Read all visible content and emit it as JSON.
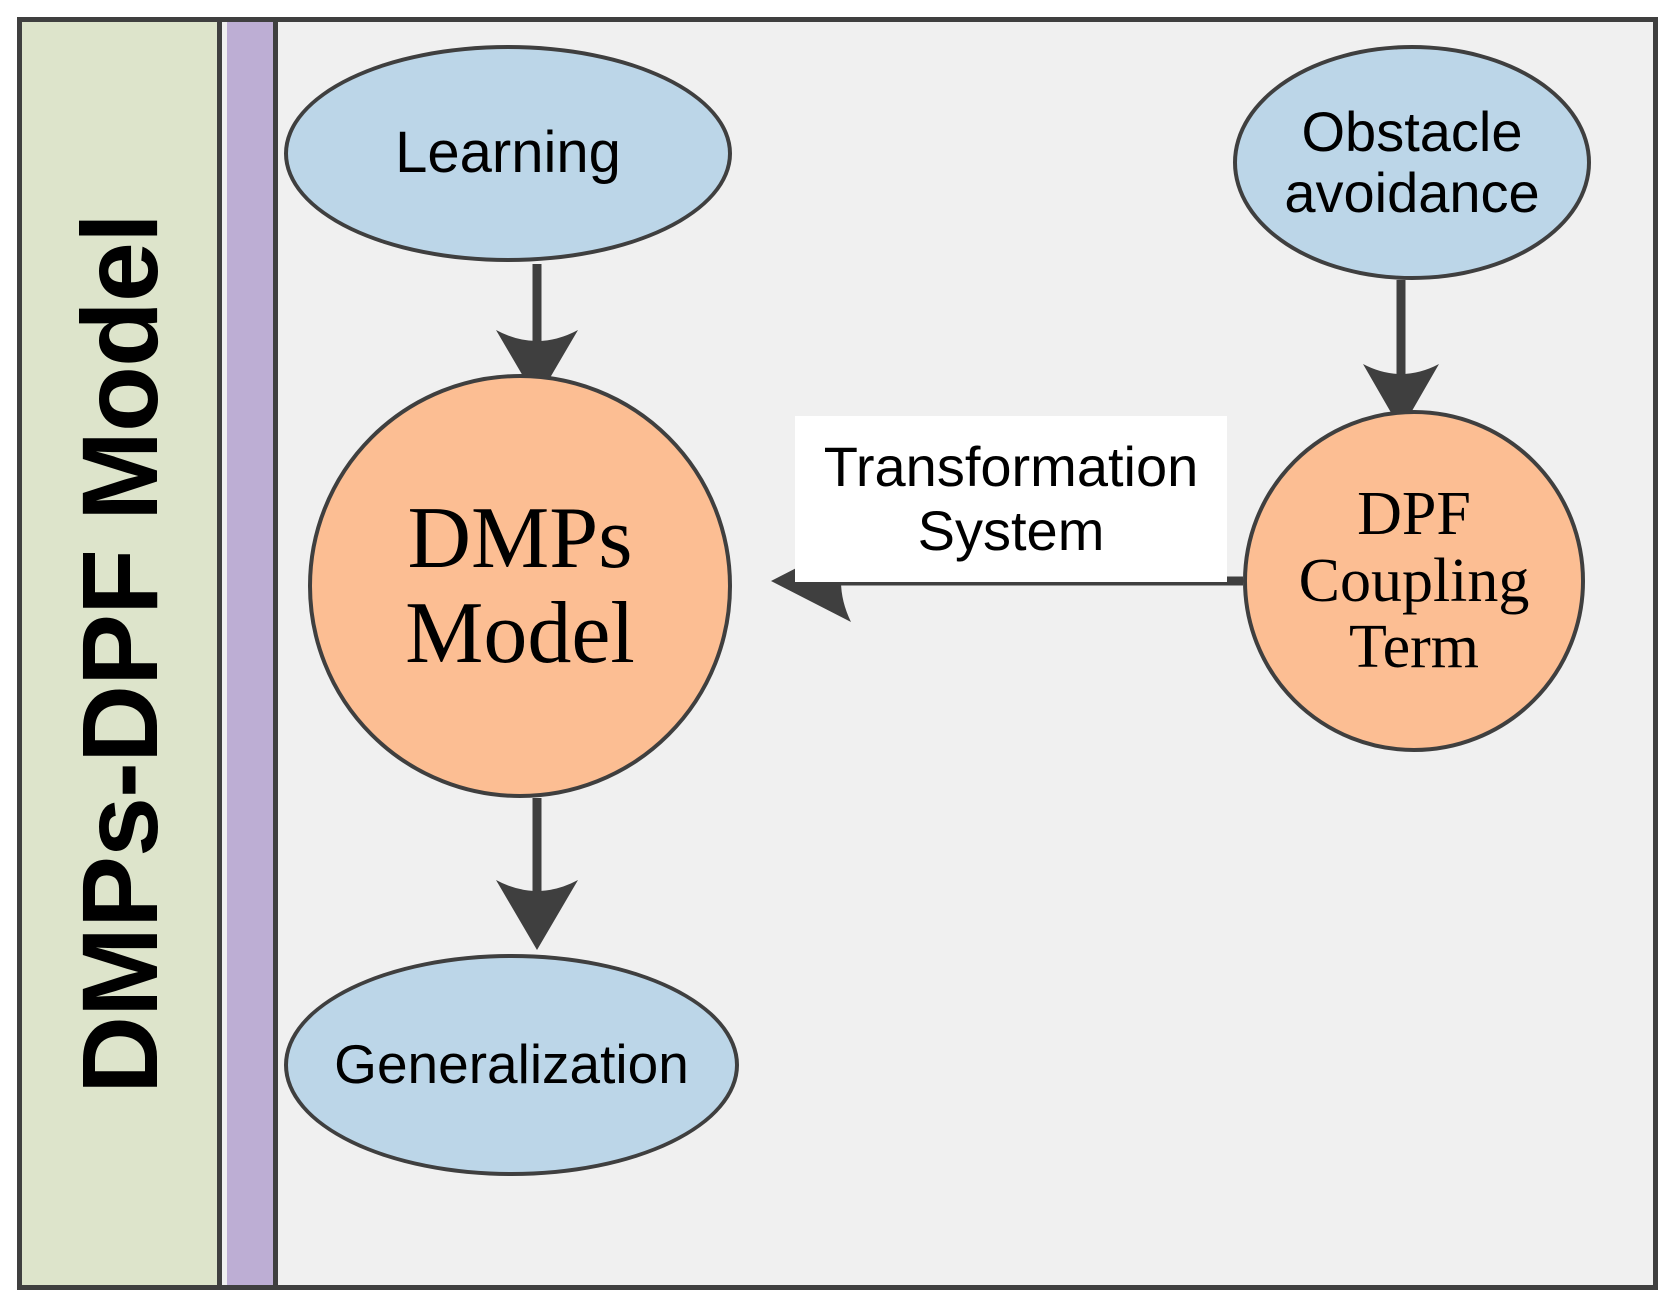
{
  "figure": {
    "title": "DMPs-DPF Model",
    "side_label": "DMPs-DPF Model",
    "background_color": "#f0f0f0",
    "frame_color": "#3f3f3f",
    "band_green_color": "#dde4cb",
    "band_purple_color": "#bdaed4"
  },
  "nodes": {
    "learning": {
      "label": "Learning",
      "shape": "ellipse",
      "fill": "#bcd6e8",
      "stroke": "#3f3f3f"
    },
    "obstacle_avoidance": {
      "label": "Obstacle avoidance",
      "shape": "ellipse",
      "fill": "#bcd6e8",
      "stroke": "#3f3f3f"
    },
    "dmps_model": {
      "label": "DMPs Model",
      "shape": "circle",
      "fill": "#fcbe93",
      "stroke": "#3f3f3f"
    },
    "dpf_coupling_term": {
      "label": "DPF Coupling Term",
      "shape": "circle",
      "fill": "#fcbe93",
      "stroke": "#3f3f3f"
    },
    "generalization": {
      "label": "Generalization",
      "shape": "ellipse",
      "fill": "#bcd6e8",
      "stroke": "#3f3f3f"
    }
  },
  "labels": {
    "transformation_system": {
      "label": "Transformation System",
      "fill": "#ffffff"
    }
  },
  "edges": [
    {
      "from": "learning",
      "to": "dmps_model",
      "label": "",
      "direction": "down"
    },
    {
      "from": "obstacle_avoidance",
      "to": "dpf_coupling_term",
      "label": "",
      "direction": "down"
    },
    {
      "from": "dpf_coupling_term",
      "to": "dmps_model",
      "label": "Transformation System",
      "direction": "left"
    },
    {
      "from": "dmps_model",
      "to": "generalization",
      "label": "",
      "direction": "down"
    }
  ]
}
